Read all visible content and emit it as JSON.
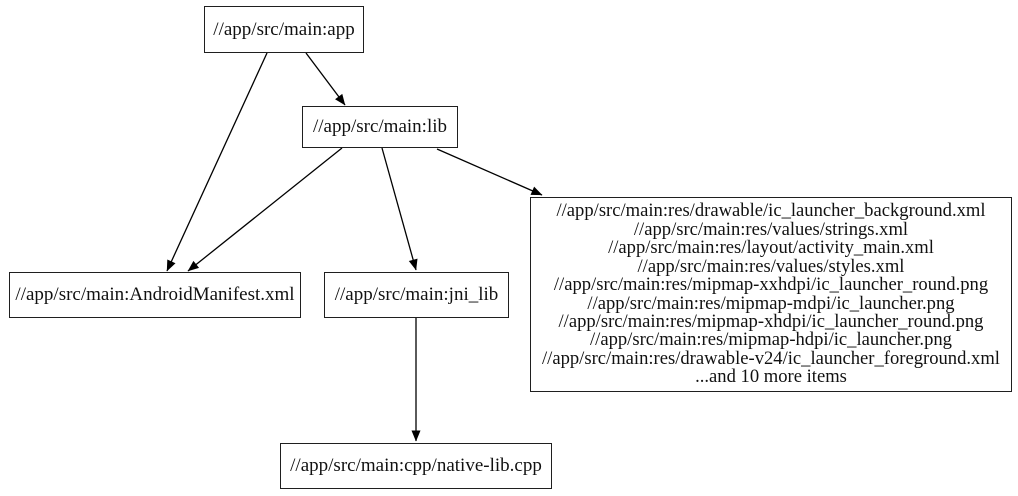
{
  "graph": {
    "background": "#ffffff",
    "node_border_color": "#1f1f1f",
    "node_fill_color": "#ffffff",
    "edge_color": "#000000",
    "nodes": {
      "app": {
        "label": "//app/src/main:app"
      },
      "lib": {
        "label": "//app/src/main:lib"
      },
      "manifest": {
        "label": "//app/src/main:AndroidManifest.xml"
      },
      "jni_lib": {
        "label": "//app/src/main:jni_lib"
      },
      "native_cpp": {
        "label": "//app/src/main:cpp/native-lib.cpp"
      },
      "resources": {
        "lines": [
          "//app/src/main:res/drawable/ic_launcher_background.xml",
          "//app/src/main:res/values/strings.xml",
          "//app/src/main:res/layout/activity_main.xml",
          "//app/src/main:res/values/styles.xml",
          "//app/src/main:res/mipmap-xxhdpi/ic_launcher_round.png",
          "//app/src/main:res/mipmap-mdpi/ic_launcher.png",
          "//app/src/main:res/mipmap-xhdpi/ic_launcher_round.png",
          "//app/src/main:res/mipmap-hdpi/ic_launcher.png",
          "//app/src/main:res/drawable-v24/ic_launcher_foreground.xml",
          "...and 10 more items"
        ]
      }
    },
    "edges": [
      {
        "from": "//app/src/main:app",
        "to": "//app/src/main:lib"
      },
      {
        "from": "//app/src/main:app",
        "to": "//app/src/main:AndroidManifest.xml"
      },
      {
        "from": "//app/src/main:lib",
        "to": "//app/src/main:AndroidManifest.xml"
      },
      {
        "from": "//app/src/main:lib",
        "to": "//app/src/main:jni_lib"
      },
      {
        "from": "//app/src/main:lib",
        "to": "resources-file-group"
      },
      {
        "from": "//app/src/main:jni_lib",
        "to": "//app/src/main:cpp/native-lib.cpp"
      }
    ]
  }
}
